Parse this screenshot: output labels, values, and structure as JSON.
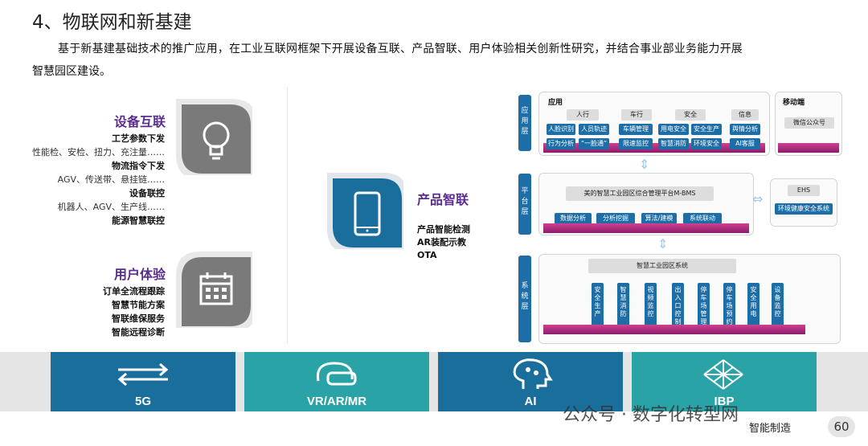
{
  "title": "4、物联网和新基建",
  "intro_line1": "基于新基建基础技术的推广应用，在工业互联网框架下开展设备互联、产品智联、用户体验相关创新性研究，并结合事业部业务能力开展",
  "intro_line2": "智慧园区建设。",
  "device": {
    "heading": "设备互联",
    "lines": [
      {
        "text": "工艺参数下发",
        "bold": true
      },
      {
        "text": "性能检、安检、扭力、充注量……",
        "bold": false
      },
      {
        "text": "物流指令下发",
        "bold": true
      },
      {
        "text": "AGV、传送带、悬挂链……",
        "bold": false
      },
      {
        "text": "设备联控",
        "bold": true
      },
      {
        "text": "机器人、AGV、生产线……",
        "bold": false
      },
      {
        "text": "能源智慧联控",
        "bold": true
      }
    ]
  },
  "user": {
    "heading": "用户体验",
    "lines": [
      "订单全流程跟踪",
      "智慧节能方案",
      "智联维保服务",
      "智能远程诊断"
    ]
  },
  "product": {
    "heading": "产品智联",
    "lines": [
      "产品智能检测",
      "AR装配示教",
      "OTA"
    ]
  },
  "diagram": {
    "side_labels": [
      "应用层",
      "平台层",
      "系统层"
    ],
    "app_title": "应用",
    "mobile_title": "移动端",
    "mobile_btn": "微信公众号",
    "app_groups": [
      {
        "head": "人行",
        "items": [
          "人脸识别",
          "人员轨迹",
          "行为分析",
          "“一脸通”"
        ]
      },
      {
        "head": "车行",
        "items": [
          "车辆管理",
          "限速监控"
        ]
      },
      {
        "head": "安全",
        "items": [
          "用电安全",
          "安全生产",
          "智慧消防",
          "环境安全"
        ]
      },
      {
        "head": "信息",
        "items": [
          "舆情分析",
          "AI客服"
        ]
      }
    ],
    "platform_title": "美的智慧工业园区综合管理平台M-BMS",
    "platform_items": [
      "数据分析",
      "分析挖掘",
      "算法/建模",
      "系统联动"
    ],
    "ehs_title": "EHS",
    "ehs_btn": "环境健康安全系统",
    "system_title": "智慧工业园区系统",
    "system_items": [
      "安全生产",
      "智慧消防",
      "视频监控",
      "出入口控制",
      "停车场管理",
      "停车场预约",
      "安全用电",
      "设备监控"
    ]
  },
  "bottom": {
    "tiles": [
      "5G",
      "VR/AR/MR",
      "AI",
      "IBP"
    ],
    "watermark": "公众号 · 数字化转型网",
    "subtitle": "智能制造",
    "page_number": "60"
  },
  "colors": {
    "tile_dark": "#1a6e9c",
    "tile_teal": "#2aa3a7",
    "purple": "#5a2e8c",
    "pink": "#c2338a"
  }
}
